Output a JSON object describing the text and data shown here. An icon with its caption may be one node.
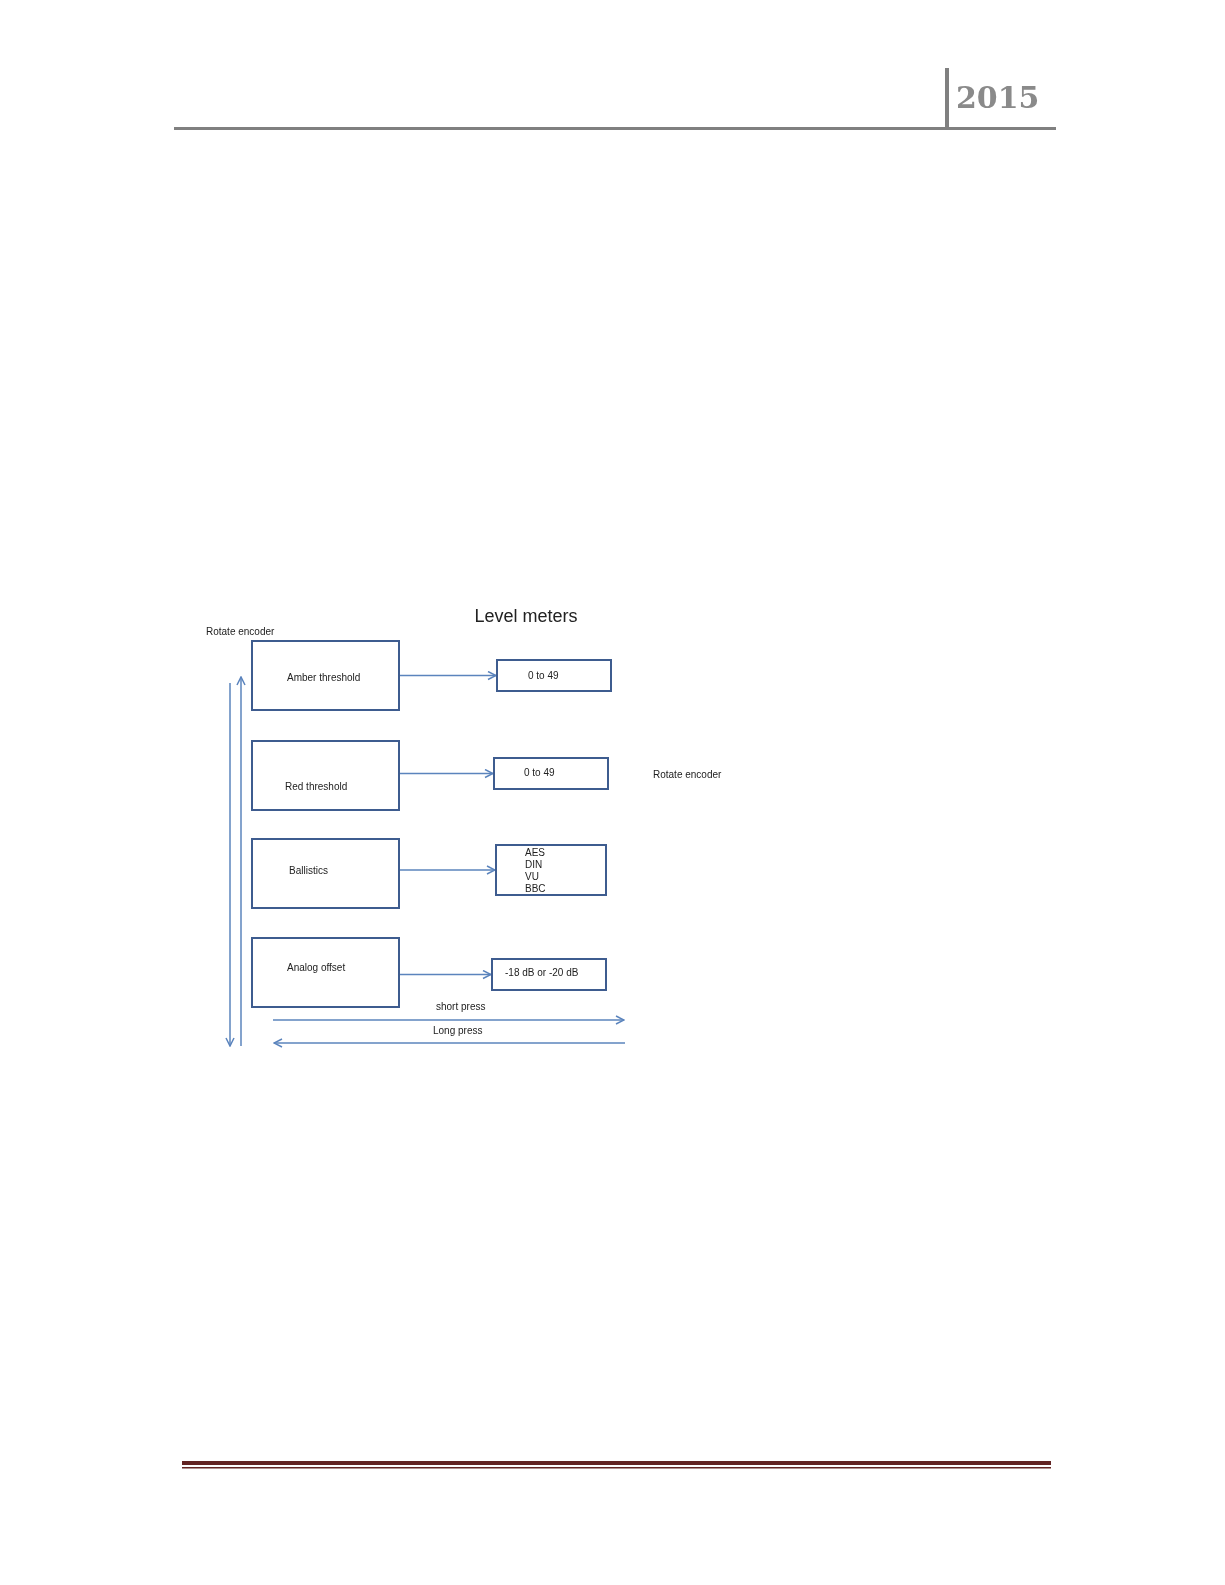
{
  "diagram": {
    "title": "Level meters",
    "nodes": [
      {
        "text": [
          "Amber threshold"
        ]
      },
      {
        "text": [
          "0 to 49"
        ]
      },
      {
        "text": [
          "Red threshold"
        ]
      },
      {
        "text": [
          "0 to 49"
        ]
      },
      {
        "text": [
          "Ballistics"
        ]
      },
      {
        "text": [
          "AES",
          "DIN",
          "VU",
          "BBC"
        ]
      },
      {
        "text": [
          "Analog offset"
        ]
      },
      {
        "text": [
          "-18 dB or -20 dB"
        ]
      }
    ],
    "edges": [
      {
        "from": 0,
        "to": 1,
        "arrow": "to"
      },
      {
        "from": 2,
        "to": 3,
        "arrow": "to"
      },
      {
        "from": 4,
        "to": 5,
        "arrow": "to"
      },
      {
        "from": 6,
        "to": 7,
        "arrow": "to"
      }
    ],
    "labels": [
      "2015",
      "Rotate encoder",
      "Rotate encoder",
      "short press",
      "Long press"
    ]
  }
}
